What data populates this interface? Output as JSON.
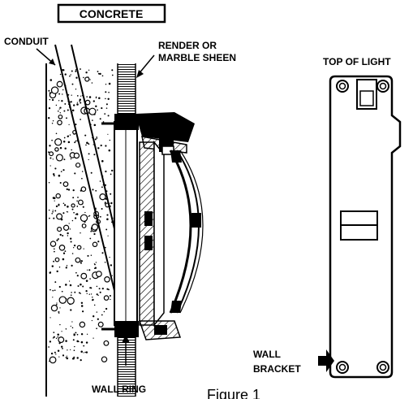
{
  "labels": {
    "concrete": "CONCRETE",
    "conduit": "CONDUIT",
    "render_line1": "RENDER OR",
    "render_line2": "MARBLE SHEEN",
    "top_of_light": "TOP OF LIGHT",
    "wall_bracket_line1": "WALL",
    "wall_bracket_line2": "BRACKET",
    "wall_ring": "WALL RING",
    "figure_caption": "Figure 1"
  },
  "colors": {
    "ink": "#000000",
    "paper": "#ffffff"
  }
}
